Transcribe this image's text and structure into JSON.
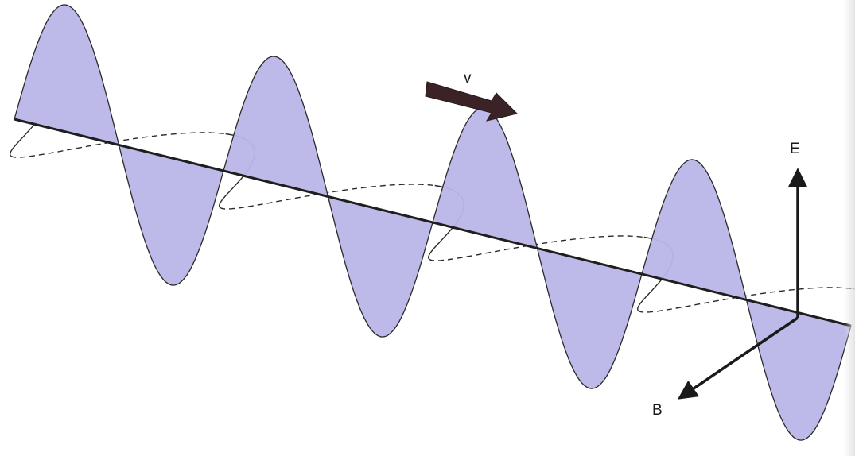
{
  "diagram": {
    "labels": {
      "velocity": "v",
      "electric_field": "E",
      "magnetic_field": "B"
    },
    "colors": {
      "electric_wave_fill": "#b9b6e8",
      "line": "#2a2a2a",
      "axis": "#1e1e1e",
      "velocity_arrow": "#3b2226"
    },
    "wave": {
      "cycles_shown": 4
    }
  }
}
